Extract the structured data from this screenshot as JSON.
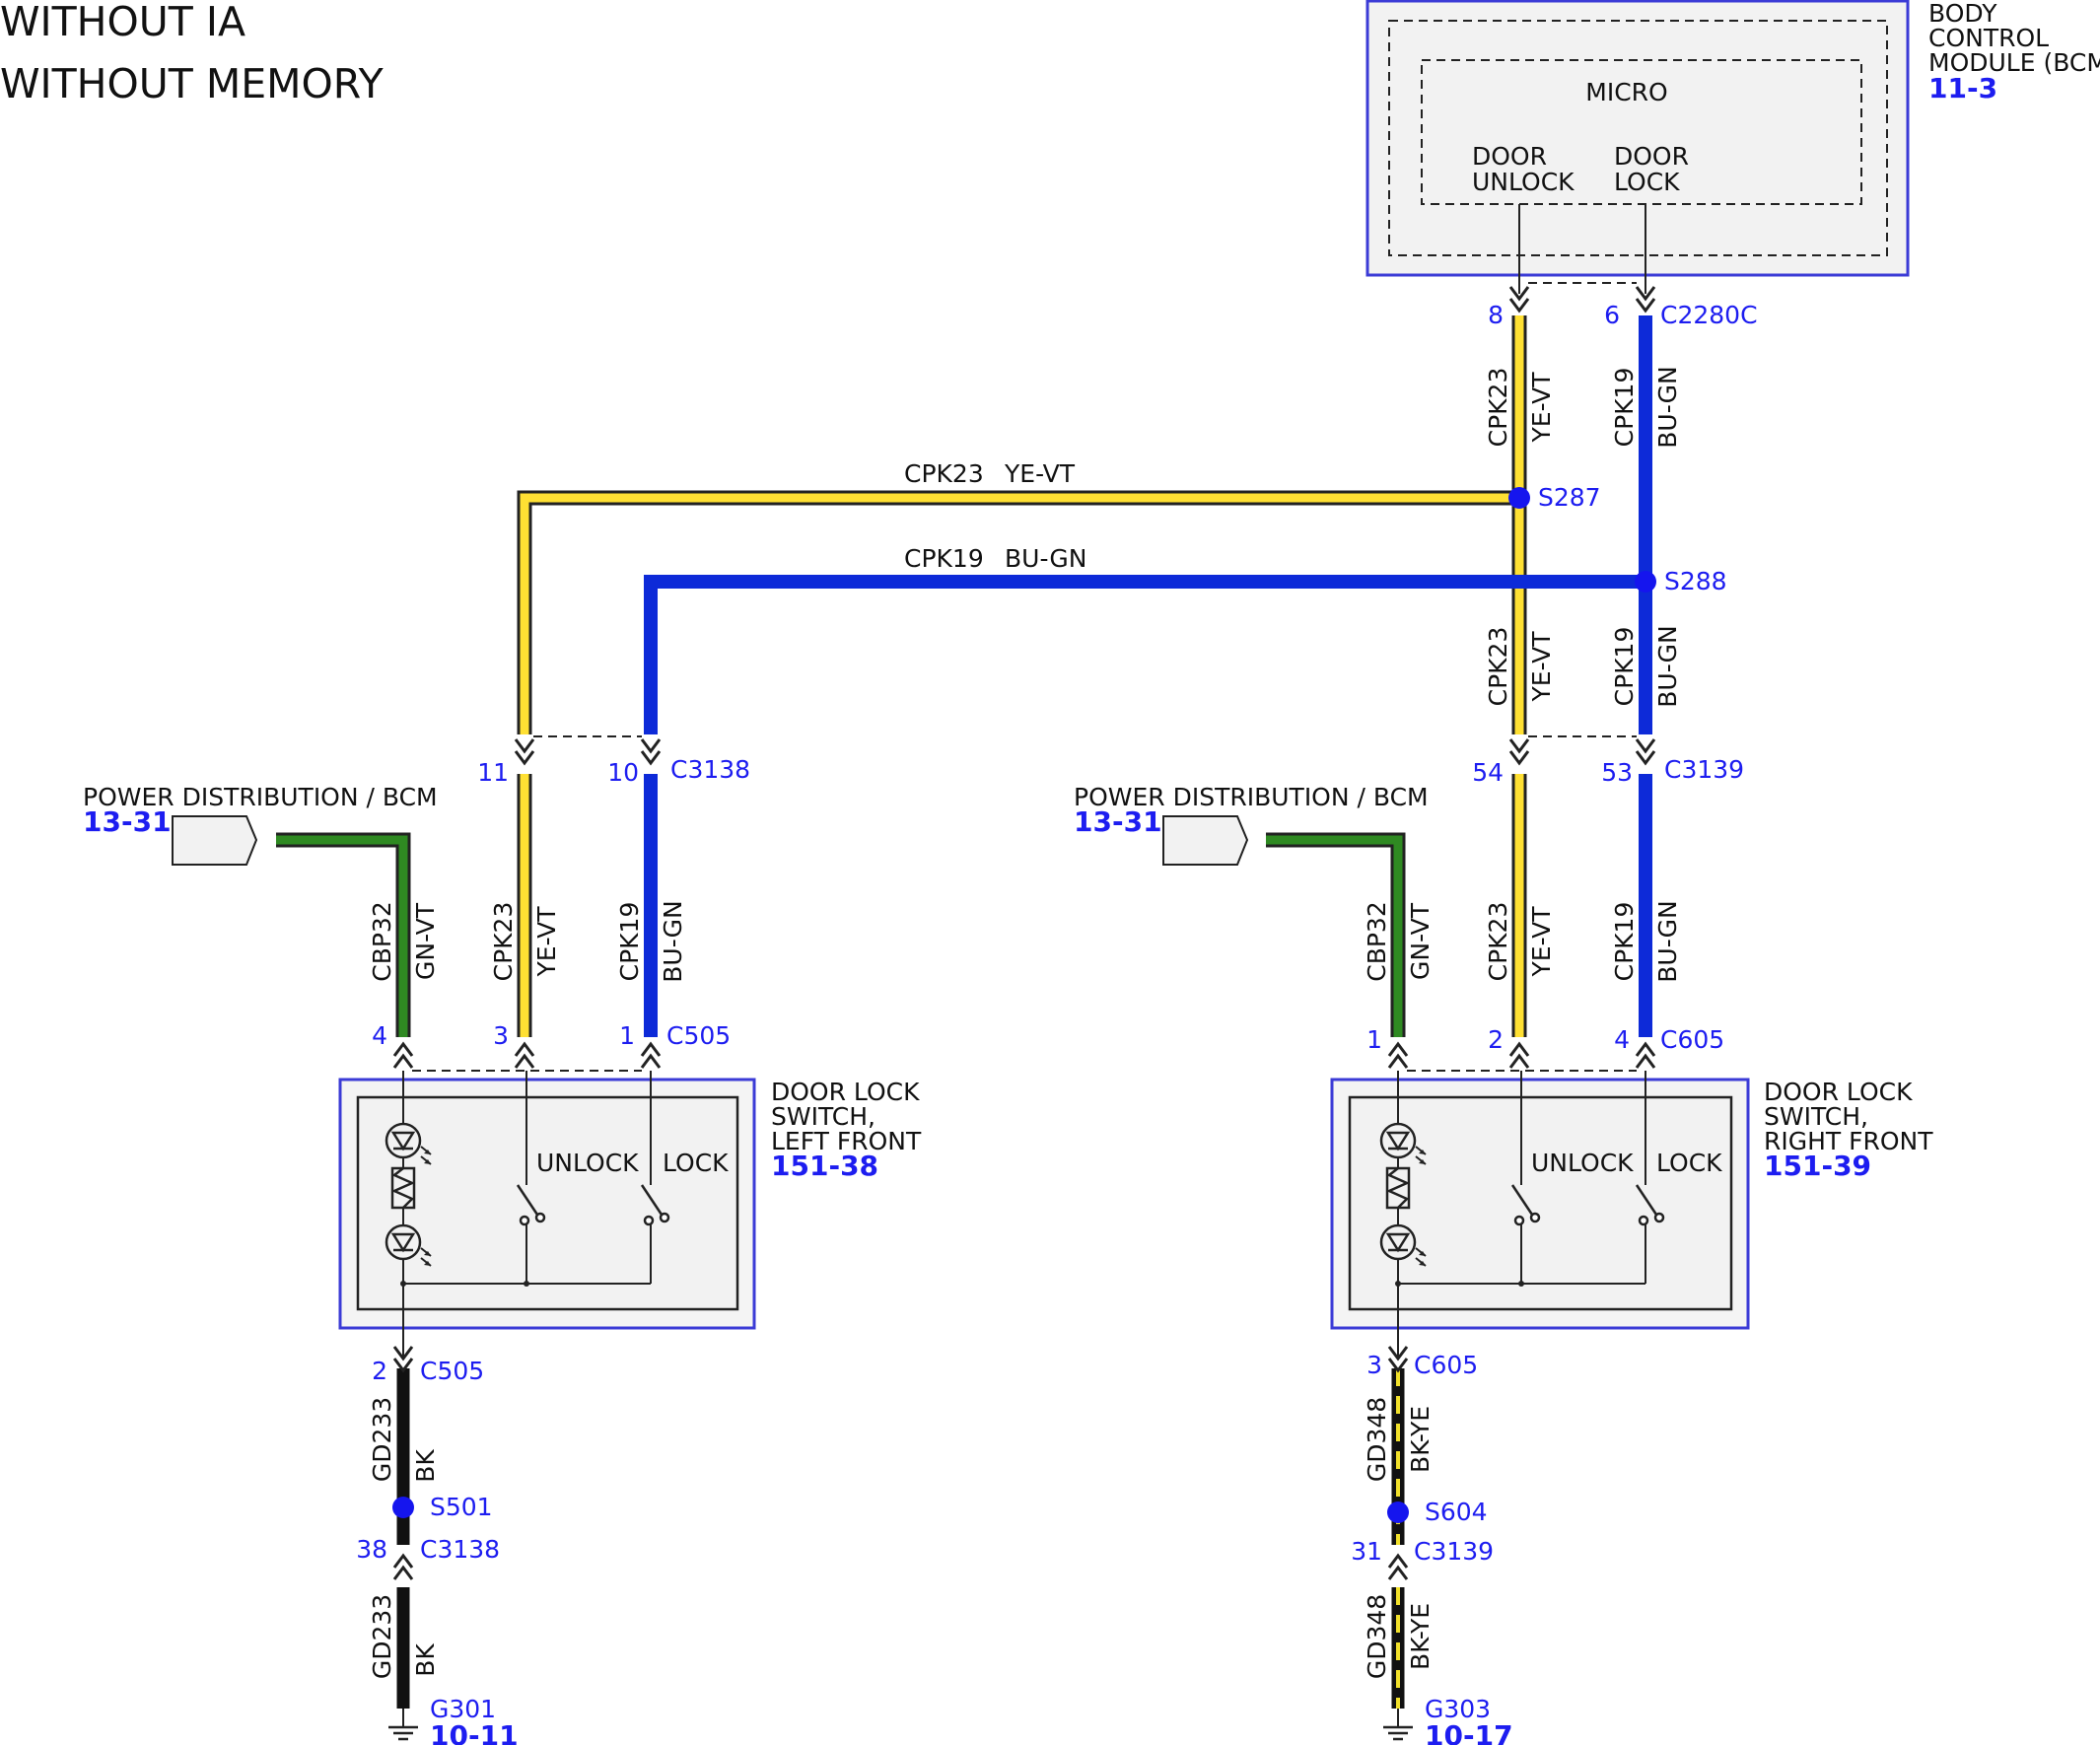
{
  "header": {
    "line1": "WITHOUT IA",
    "line2": "WITHOUT MEMORY"
  },
  "colors": {
    "pin_text": "#1d1df0",
    "splice": "#1515ee",
    "box_border": "#3b3bd6",
    "box_fill": "#f2f2f2",
    "wire_YE-VT": "#ffe033",
    "wire_BU-GN": "#0d2ad8",
    "wire_GN-VT": "#2f8a22",
    "wire_BK": "#111111",
    "wire_BK-YE_stripe": "#f1e02a"
  },
  "bcm": {
    "name_lines": [
      "BODY",
      "CONTROL",
      "MODULE (BCM)"
    ],
    "ref": "11-3",
    "inner_label": "MICRO",
    "door_unlock": [
      "DOOR",
      "UNLOCK"
    ],
    "door_lock": [
      "DOOR",
      "LOCK"
    ],
    "connector": "C2280C",
    "pin_unlock": "8",
    "pin_lock": "6"
  },
  "wires": {
    "cpk23": "CPK23",
    "ye_vt": "YE-VT",
    "cpk19": "CPK19",
    "bu_gn": "BU-GN",
    "cbp32": "CBP32",
    "gn_vt": "GN-VT",
    "gd233": "GD233",
    "bk": "BK",
    "gd348": "GD348",
    "bk_ye": "BK-YE"
  },
  "splices": {
    "s287": "S287",
    "s288": "S288",
    "s501": "S501",
    "s604": "S604"
  },
  "left": {
    "connector": "C3138",
    "pin_yel": "11",
    "pin_blu": "10",
    "power_title": "POWER DISTRIBUTION / BCM",
    "power_ref": "13-31",
    "switch_connector": "C505",
    "pin_green": "4",
    "pin_unlock": "3",
    "pin_lock": "1",
    "switch_title": [
      "DOOR LOCK",
      "SWITCH,",
      "LEFT FRONT"
    ],
    "switch_ref": "151-38",
    "unlock_label": "UNLOCK",
    "lock_label": "LOCK",
    "ground_pin": "2",
    "ground_connector": "C505",
    "inline_pin": "38",
    "inline_connector": "C3138",
    "ground": "G301",
    "ground_ref": "10-11"
  },
  "right": {
    "connector": "C3139",
    "pin_yel": "54",
    "pin_blu": "53",
    "power_title": "POWER DISTRIBUTION / BCM",
    "power_ref": "13-31",
    "switch_connector": "C605",
    "pin_green": "1",
    "pin_unlock": "2",
    "pin_lock": "4",
    "switch_title": [
      "DOOR LOCK",
      "SWITCH,",
      "RIGHT FRONT"
    ],
    "switch_ref": "151-39",
    "unlock_label": "UNLOCK",
    "lock_label": "LOCK",
    "ground_pin": "3",
    "ground_connector": "C605",
    "inline_pin": "31",
    "inline_connector": "C3139",
    "ground": "G303",
    "ground_ref": "10-17"
  }
}
